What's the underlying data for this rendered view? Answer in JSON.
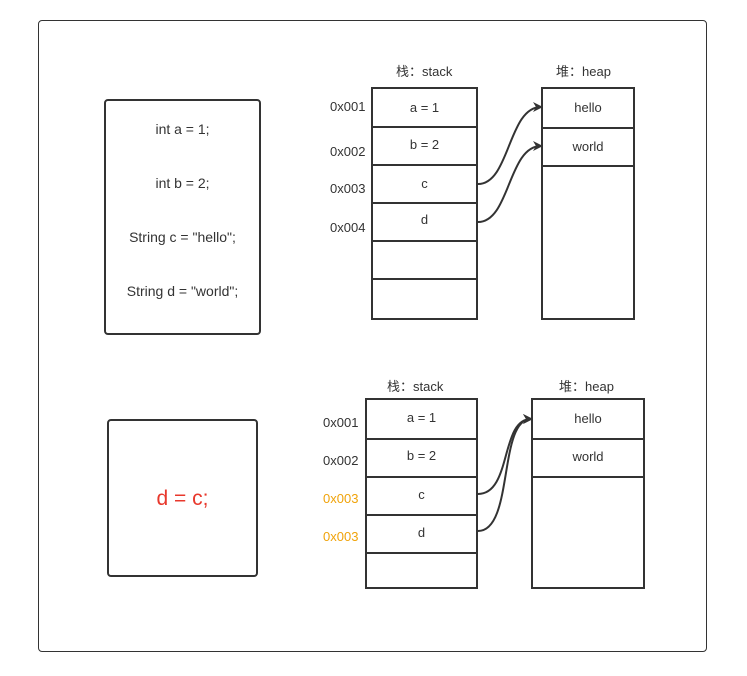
{
  "colors": {
    "highlight_address": "#f0a30a",
    "assignment_text": "#e8382c",
    "line": "#333333"
  },
  "top": {
    "code_lines": [
      "int a = 1;",
      "int b = 2;",
      "String c = \"hello\";",
      "String d = \"world\";"
    ],
    "stack_title": "栈：stack",
    "heap_title": "堆：heap",
    "addresses": [
      "0x001",
      "0x002",
      "0x003",
      "0x004"
    ],
    "stack_cells": [
      "a = 1",
      "b = 2",
      "c",
      "d",
      "",
      ""
    ],
    "heap_cells": [
      "hello",
      "world"
    ]
  },
  "bottom": {
    "code_line": "d = c;",
    "stack_title": "栈：stack",
    "heap_title": "堆：heap",
    "addresses": [
      "0x001",
      "0x002",
      "0x003",
      "0x003"
    ],
    "stack_cells": [
      "a = 1",
      "b = 2",
      "c",
      "d",
      ""
    ],
    "heap_cells": [
      "hello",
      "world"
    ]
  }
}
